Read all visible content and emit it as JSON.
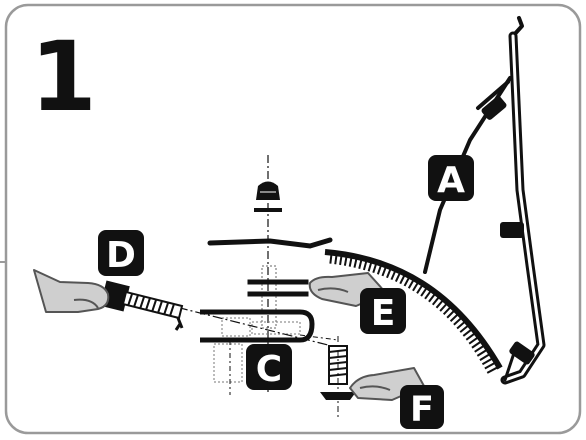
{
  "step_number": "1",
  "labels": {
    "a": "A",
    "b": "D",
    "c": "E",
    "d": "C",
    "e": "F"
  },
  "colors": {
    "ink": "#111111",
    "frame": "#9a9a9a",
    "hand_fill": "#cfcfcf",
    "hand_outline": "#555555"
  }
}
